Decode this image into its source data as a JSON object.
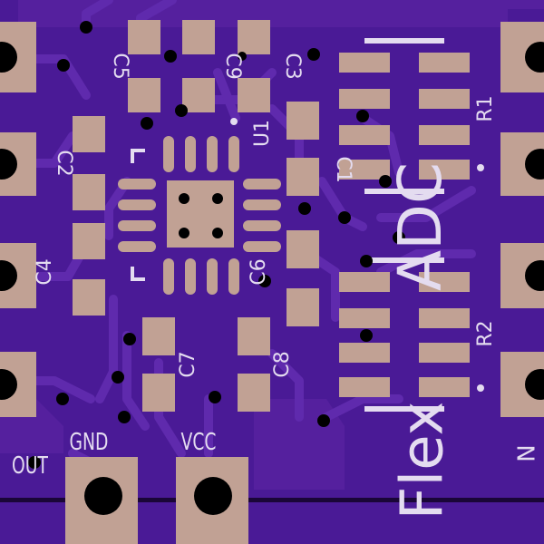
{
  "board": {
    "colors": {
      "soldermask": "#4a1a96",
      "copper_pour": "#56209f",
      "trace": "#5e28ab",
      "pad": "#c1a194",
      "drill": "#000000",
      "silkscreen": "#e4dcf0",
      "edge": "#1a0638"
    },
    "section_label": "ADC",
    "brand_label": "Flex",
    "brand_suffix": "N",
    "component_labels": {
      "c1": "C1",
      "c2": "C2",
      "c3": "C3",
      "c4": "C4",
      "c5": "C5",
      "c6": "C6",
      "c7": "C7",
      "c8": "C8",
      "c9": "C9",
      "r1": "R1",
      "r2": "R2",
      "u1": "U1"
    },
    "connector_labels": {
      "gnd": "GND",
      "vcc": "VCC",
      "out": "OUT"
    }
  }
}
